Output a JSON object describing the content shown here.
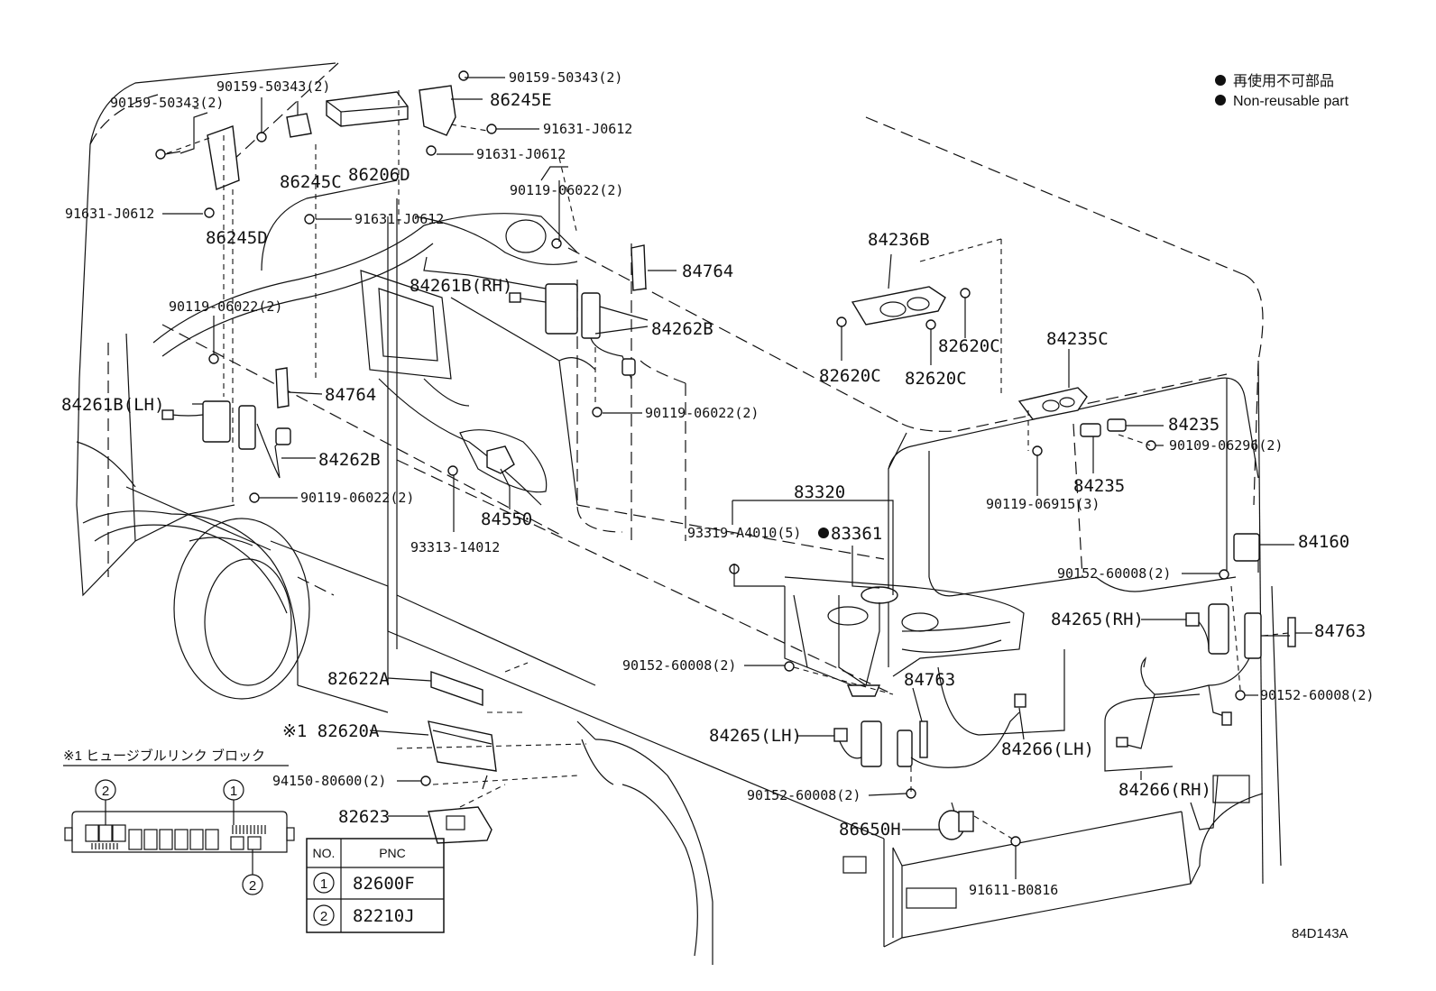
{
  "legend": {
    "line_jp": "再使用不可部品",
    "line_en": "Non-reusable part"
  },
  "figure_code": "84D143A",
  "fuse_block": {
    "title": "※1 ヒュージブルリンク ブロック",
    "marker_1": "1",
    "marker_2": "2",
    "table": {
      "header_no": "NO.",
      "header_pnc": "PNC",
      "rows": [
        {
          "no": "1",
          "pnc": "82600F"
        },
        {
          "no": "2",
          "pnc": "82210J"
        }
      ]
    }
  },
  "labels": {
    "p90159_a": "90159-50343(2)",
    "p90159_b": "90159-50343(2)",
    "p90159_c": "90159-50343(2)",
    "p86245e": "86245E",
    "p91631_a": "91631-J0612",
    "p91631_b": "91631-J0612",
    "p91631_c": "91631-J0612",
    "p91631_d": "91631-J0612",
    "p86206d": "86206D",
    "p86245c": "86245C",
    "p86245d": "86245D",
    "p90119_a": "90119-06022(2)",
    "p90119_b": "90119-06022(2)",
    "p90119_c": "90119-06022(2)",
    "p90119_d": "90119-06022(2)",
    "p84261b_rh": "84261B(RH)",
    "p84261b_lh": "84261B(LH)",
    "p84764_a": "84764",
    "p84764_b": "84764",
    "p84262b_a": "84262B",
    "p84262b_b": "84262B",
    "p84236b": "84236B",
    "p82620c_a": "82620C",
    "p82620c_b": "82620C",
    "p82620c_c": "82620C",
    "p84235c": "84235C",
    "p84235_a": "84235",
    "p84235_b": "84235",
    "p90109": "90109-06296(2)",
    "p90119_06915": "90119-06915(3)",
    "p84550": "84550",
    "p93313": "93313-14012",
    "p83320": "83320",
    "p93319": "93319-A4010(5)",
    "p83361": "83361",
    "p84160": "84160",
    "p90152_a": "90152-60008(2)",
    "p90152_b": "90152-60008(2)",
    "p90152_c": "90152-60008(2)",
    "p90152_d": "90152-60008(2)",
    "p84265_rh": "84265(RH)",
    "p84265_lh": "84265(LH)",
    "p84763_a": "84763",
    "p84763_b": "84763",
    "p82622a": "82622A",
    "p82620a": "※1 82620A",
    "p94150": "94150-80600(2)",
    "p82623": "82623",
    "p84266_lh": "84266(LH)",
    "p84266_rh": "84266(RH)",
    "p86650h": "86650H",
    "p91611": "91611-B0816"
  }
}
